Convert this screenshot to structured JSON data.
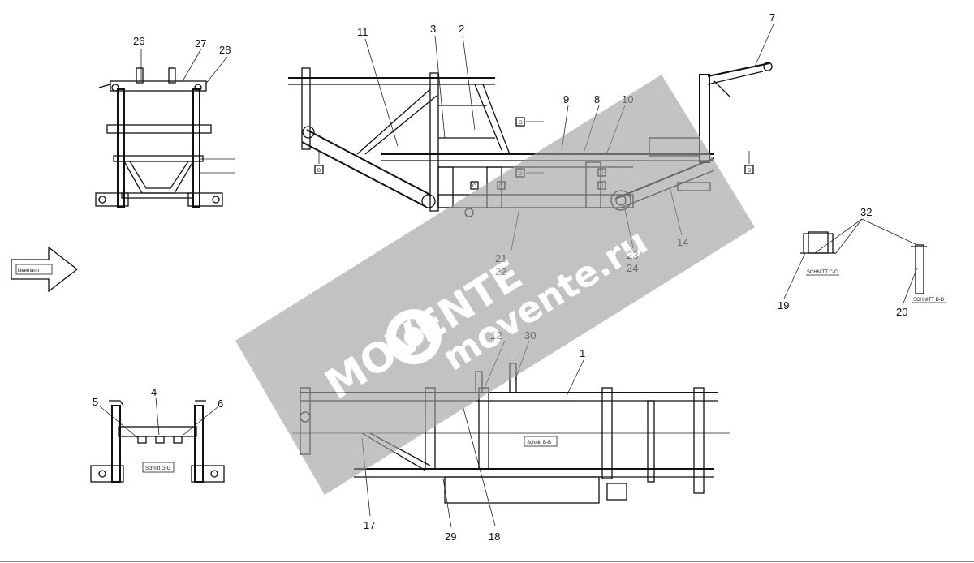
{
  "labels": {
    "n1": "1",
    "n2": "2",
    "n3": "3",
    "n4": "4",
    "n5": "5",
    "n6": "6",
    "n7": "7",
    "n8": "8",
    "n9": "9",
    "n10": "10",
    "n11": "11",
    "n12": "12",
    "n14": "14",
    "n17": "17",
    "n18": "18",
    "n19": "19",
    "n20": "20",
    "n21": "21",
    "n22": "22",
    "n23": "23",
    "n24": "24",
    "n26": "26",
    "n27": "27",
    "n28": "28",
    "n29": "29",
    "n30": "30",
    "n32": "32"
  },
  "section_tags": {
    "b_left": "B",
    "b_right": "B",
    "g_arrow": "G",
    "g_arrow2": "G",
    "c1": "C",
    "c2": "C",
    "d1": "D",
    "d2": "D"
  },
  "captions": {
    "schnitt_gg": "Schnitt G-G",
    "schnitt_bb": "Schnitt B-B",
    "schnitt_cc": "SCHNITT C-C",
    "schnitt_dd": "SCHNITT D-D"
  },
  "logo": {
    "arrow_text": "kleemann"
  },
  "watermark": {
    "brand": "MOVENTE",
    "site": "movente.ru"
  },
  "colors": {
    "line": "#111111",
    "watermark": "#9e9e9e"
  }
}
